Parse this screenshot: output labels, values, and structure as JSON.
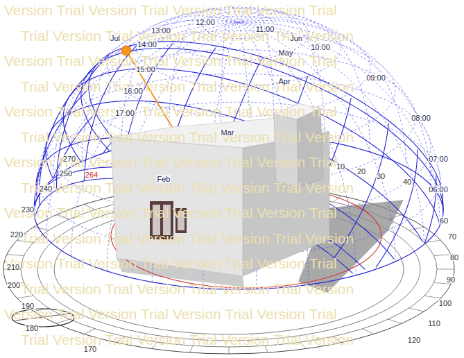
{
  "diagram": {
    "labels": [
      "Version Trial Version Trial Version Trial Version Trial",
      "Trial Version Trial Version Trial Version Trial Version",
      "Version Trial Version Trial Version Trial Version Trial",
      "Trial Version Trial Version Trial Version Trial Version",
      "Version Trial Version Trial Version Trial Version Trial",
      "Trial Version Trial Version Trial Version Trial Version",
      "Version Trial Version Trial Version Trial Version Trial",
      "Trial Version Trial Version Trial Version Trial Version",
      "Version Trial Version Trial Version Trial Version Trial",
      "Trial Version Trial Version Trial Version Trial Version",
      "Version Trial Version Trial Version Trial Version Trial",
      "Trial Version Trial Version Trial Version Trial Version",
      "Version Trial Version Trial Version Trial Version Trial",
      "Trial Version Trial Version Trial Version Trial Version",
      "12:00",
      "13:00",
      "11:00",
      "Jun",
      "14:00",
      "Jul",
      "May",
      "10:00",
      "15:00",
      "Apr",
      "09:00",
      "16:00",
      "17:00",
      "Mar",
      "08:00",
      "07:00",
      "Feb",
      "06:00",
      "10",
      "20",
      "30",
      "40",
      "60",
      "70",
      "80",
      "90",
      "100",
      "110",
      "120",
      "170",
      "180",
      "190",
      "200",
      "210",
      "220",
      "230",
      "240",
      "250",
      "270",
      "264"
    ]
  }
}
